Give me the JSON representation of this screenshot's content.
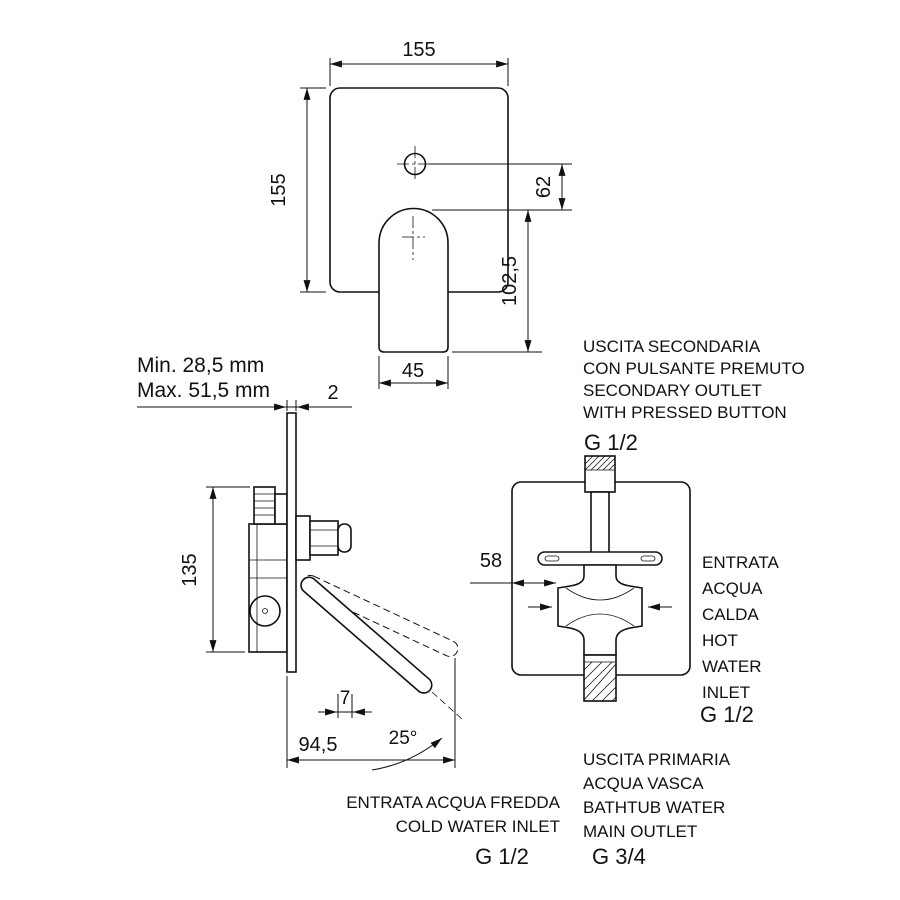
{
  "front_view": {
    "width": "155",
    "height": "155",
    "hole_offset": "62",
    "spout_length": "102,5",
    "spout_width": "45"
  },
  "side_view": {
    "depth_min": "Min. 28,5 mm",
    "depth_max": "Max. 51,5 mm",
    "plate_thickness": "2",
    "body_height": "135",
    "tip_offset": "7",
    "reach": "94,5",
    "lever_angle": "25°"
  },
  "rear_view": {
    "center_offset": "58",
    "secondary_outlet": {
      "lines": [
        "USCITA SECONDARIA",
        "CON PULSANTE PREMUTO",
        "SECONDARY OUTLET",
        "WITH PRESSED BUTTON"
      ],
      "thread": "G 1/2"
    },
    "hot_inlet": {
      "lines": [
        "ENTRATA",
        "ACQUA",
        "CALDA",
        "HOT",
        "WATER",
        "INLET"
      ],
      "thread": "G 1/2"
    },
    "main_outlet": {
      "lines": [
        "USCITA PRIMARIA",
        "ACQUA VASCA",
        "BATHTUB WATER",
        "MAIN OUTLET"
      ],
      "thread": "G 3/4"
    },
    "cold_inlet": {
      "lines": [
        "ENTRATA ACQUA FREDDA",
        "COLD WATER INLET"
      ],
      "thread": "G 1/2"
    }
  },
  "colors": {
    "line": "#111111",
    "background": "#ffffff"
  }
}
